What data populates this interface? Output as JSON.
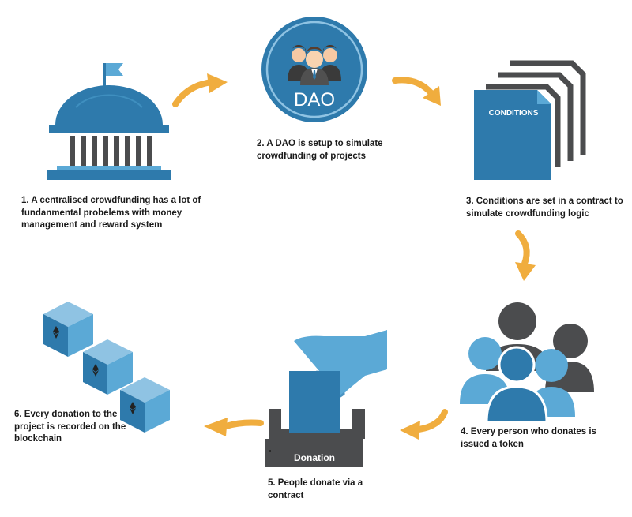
{
  "steps": {
    "step1": {
      "caption": "1. A centralised crowdfunding has a lot of fundanmental probelems with money management and reward system",
      "icon": "government-building-icon"
    },
    "step2": {
      "caption": "2. A DAO is setup to simulate crowdfunding of projects",
      "icon": "dao-people-icon",
      "badge": "DAO"
    },
    "step3": {
      "caption": "3. Conditions are set in a contract to simulate crowdfunding logic",
      "icon": "contract-documents-icon",
      "doc_label": "CONDITIONS"
    },
    "step4": {
      "caption": "4. Every person who donates is issued a token",
      "icon": "people-group-icon"
    },
    "step5": {
      "caption": "5. People donate via a contract",
      "icon": "donation-box-icon",
      "box_label": "Donation"
    },
    "step6": {
      "caption": "6. Every donation to the project is recorded on the blockchain",
      "icon": "ethereum-blocks-icon"
    }
  },
  "colors": {
    "primary_blue": "#2e7aac",
    "light_blue": "#5ba9d6",
    "dark_gray": "#4b4c4e",
    "arrow_orange": "#f0ad3e",
    "text": "#1a1a1a"
  }
}
